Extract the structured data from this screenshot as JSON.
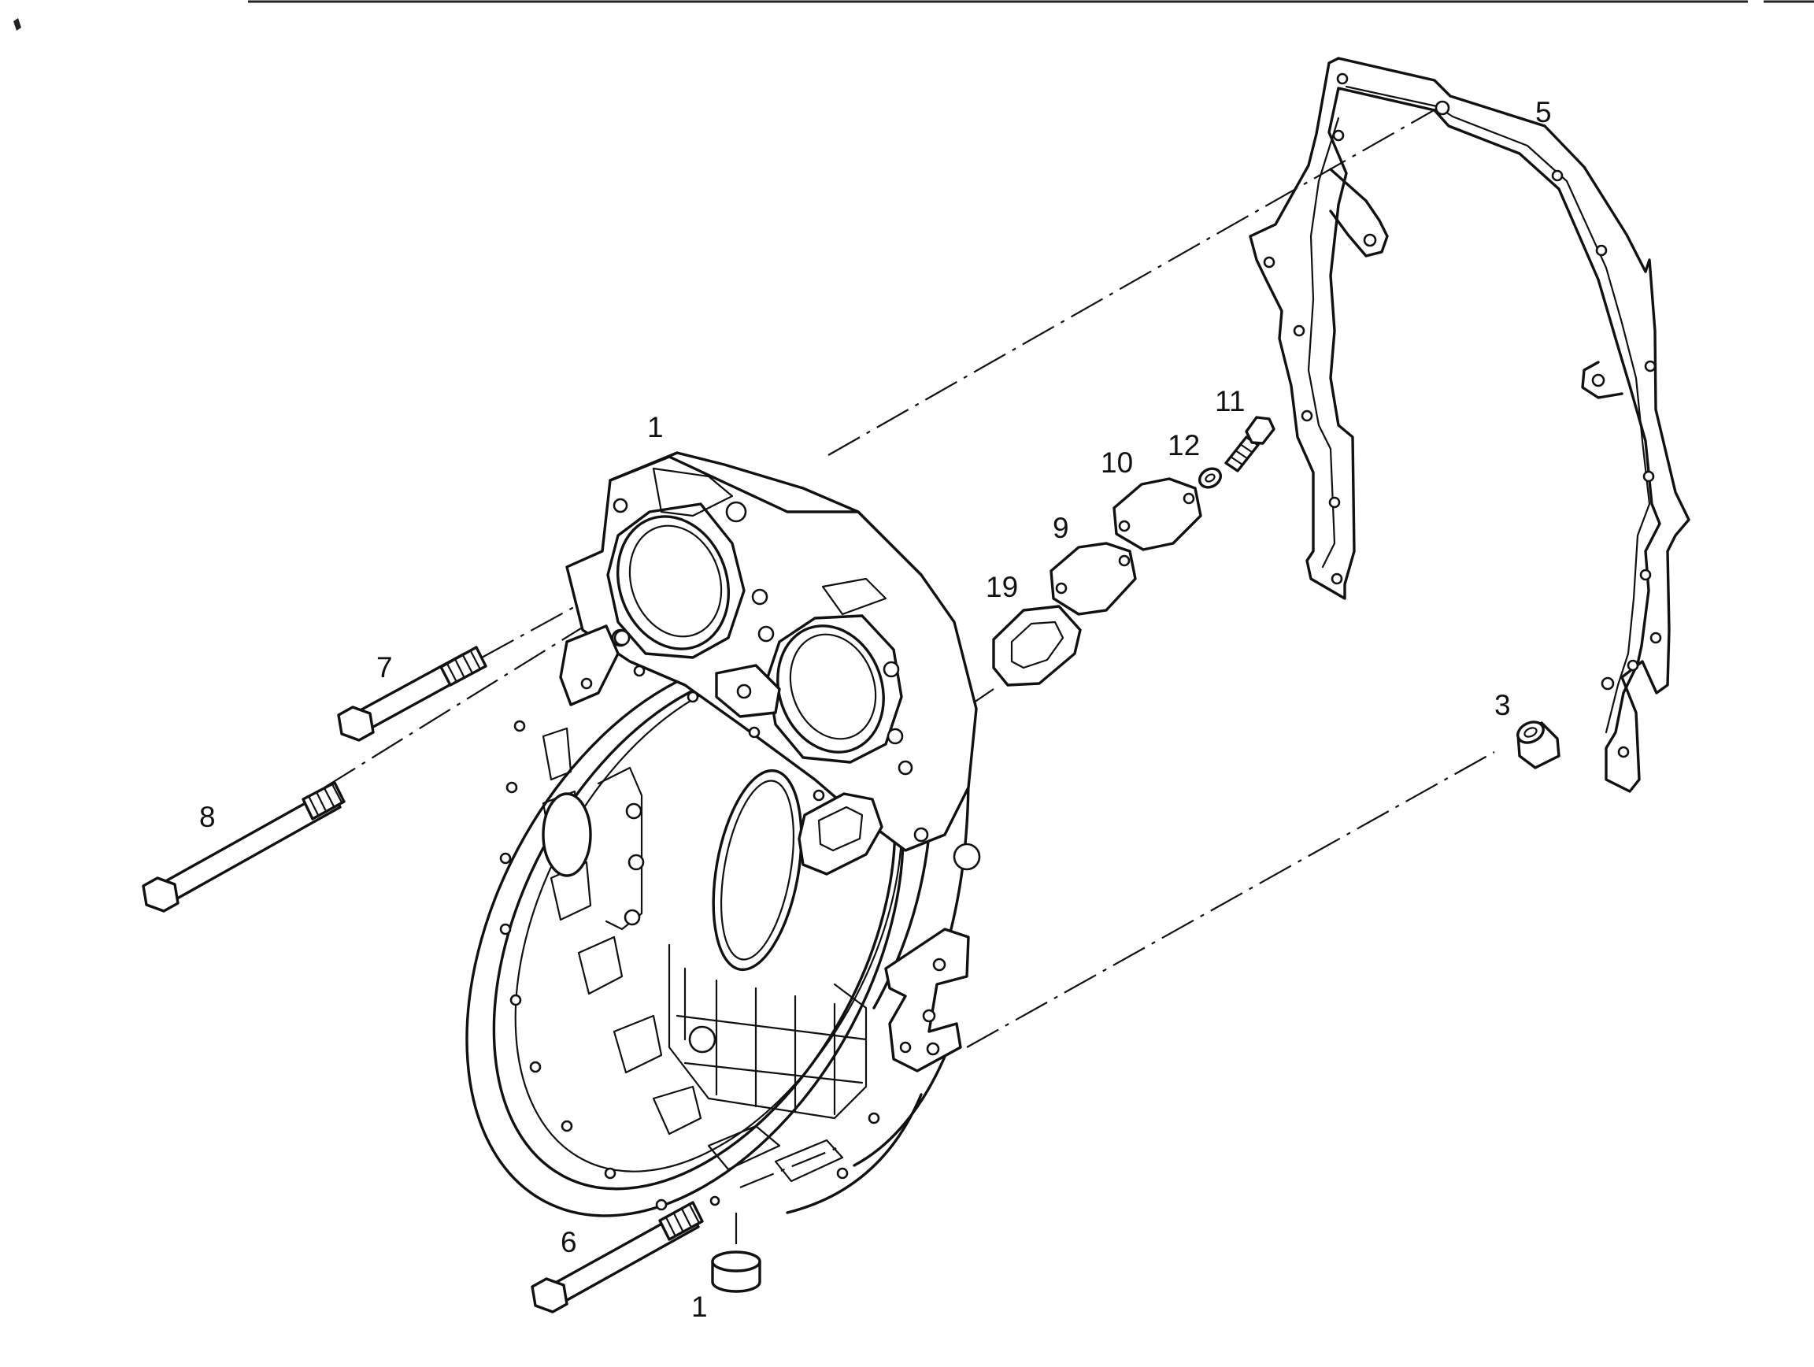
{
  "diagram": {
    "type": "exploded-parts-drawing",
    "callouts": {
      "housing": "1",
      "plug": "1",
      "bushing": "3",
      "gasket": "5",
      "bolt_6": "6",
      "bolt_7": "7",
      "bolt_8": "8",
      "cover_plate_9": "9",
      "cover_plate_10": "10",
      "screw_11": "11",
      "washer_12": "12",
      "gasket_19": "19"
    }
  }
}
